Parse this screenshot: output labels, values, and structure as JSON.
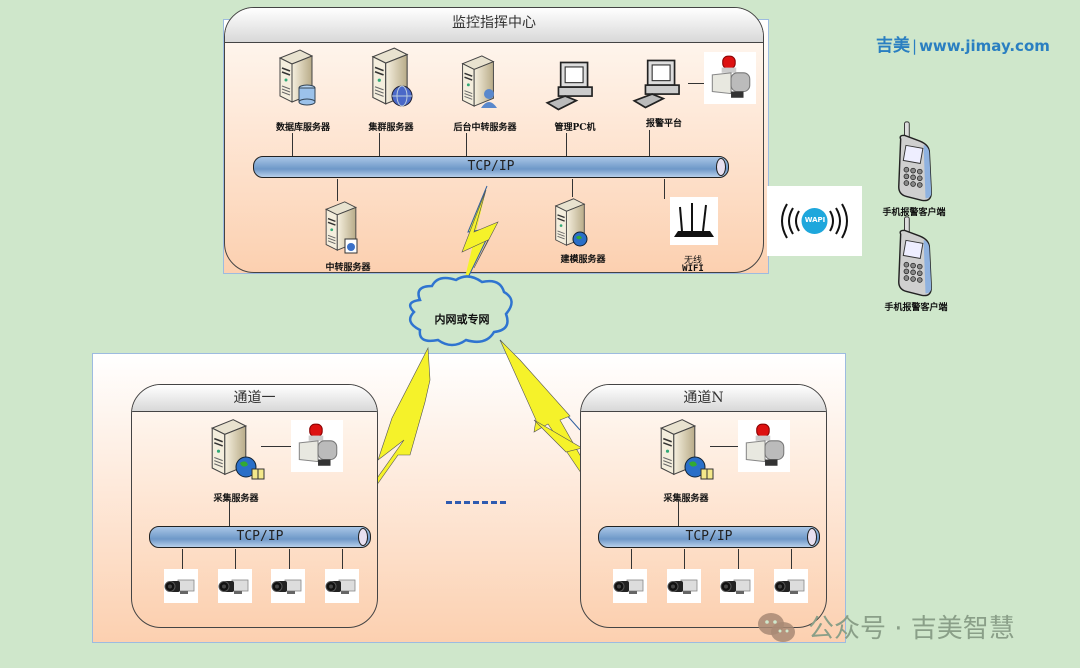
{
  "logo": {
    "brand": "吉美",
    "separator": "|",
    "url": "www.jimay.com",
    "color": "#2a7fc1"
  },
  "control_center": {
    "title": "监控指挥中心",
    "bus_label": "TCP/IP",
    "top_nodes": [
      {
        "label": "数据库服务器",
        "icon": "database-server-icon"
      },
      {
        "label": "集群服务器",
        "icon": "cluster-server-icon"
      },
      {
        "label": "后台中转服务器",
        "icon": "relay-server-icon"
      },
      {
        "label": "管理PC机",
        "icon": "pc-icon"
      },
      {
        "label": "报警平台",
        "icon": "alarm-platform-icon"
      }
    ],
    "bottom_nodes": [
      {
        "label": "中转服务器",
        "icon": "transfer-server-icon"
      },
      {
        "label": "建模服务器",
        "icon": "modeling-server-icon"
      },
      {
        "label": "无线",
        "sublabel": "WIFI",
        "icon": "wifi-router-icon"
      }
    ]
  },
  "wapi": {
    "label": "WAPI"
  },
  "mobile_clients": [
    {
      "label": "手机报警客户端"
    },
    {
      "label": "手机报警客户端"
    }
  ],
  "network_cloud": {
    "label": "内网或专网"
  },
  "channels": [
    {
      "title": "通道一",
      "server_label": "采集服务器",
      "bus_label": "TCP/IP",
      "camera_count": 4
    },
    {
      "title": "通道N",
      "server_label": "采集服务器",
      "bus_label": "TCP/IP",
      "camera_count": 4
    }
  ],
  "ellipsis": "......",
  "watermark": {
    "text": "公众号 · 吉美智慧"
  },
  "colors": {
    "background": "#cfe7cb",
    "bus": "#7ea6d4",
    "cloud": "#2f74d0",
    "lightning": "#f5f22a"
  }
}
